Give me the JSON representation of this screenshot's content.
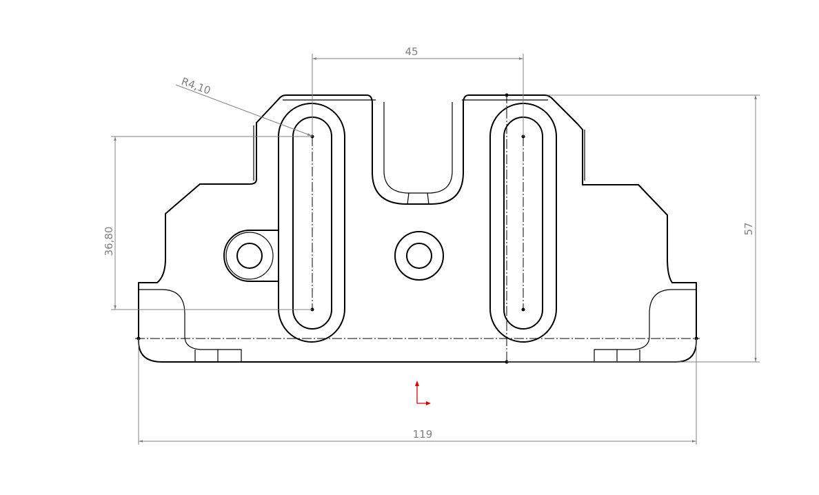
{
  "drawing": {
    "dimensions": {
      "slot_spacing": "45",
      "overall_width": "119",
      "overall_height": "57",
      "slot_length": "36,80",
      "slot_radius": "R4,10"
    },
    "colors": {
      "geometry": "#000000",
      "dimension": "#808080",
      "origin_marker": "#e00000"
    }
  }
}
